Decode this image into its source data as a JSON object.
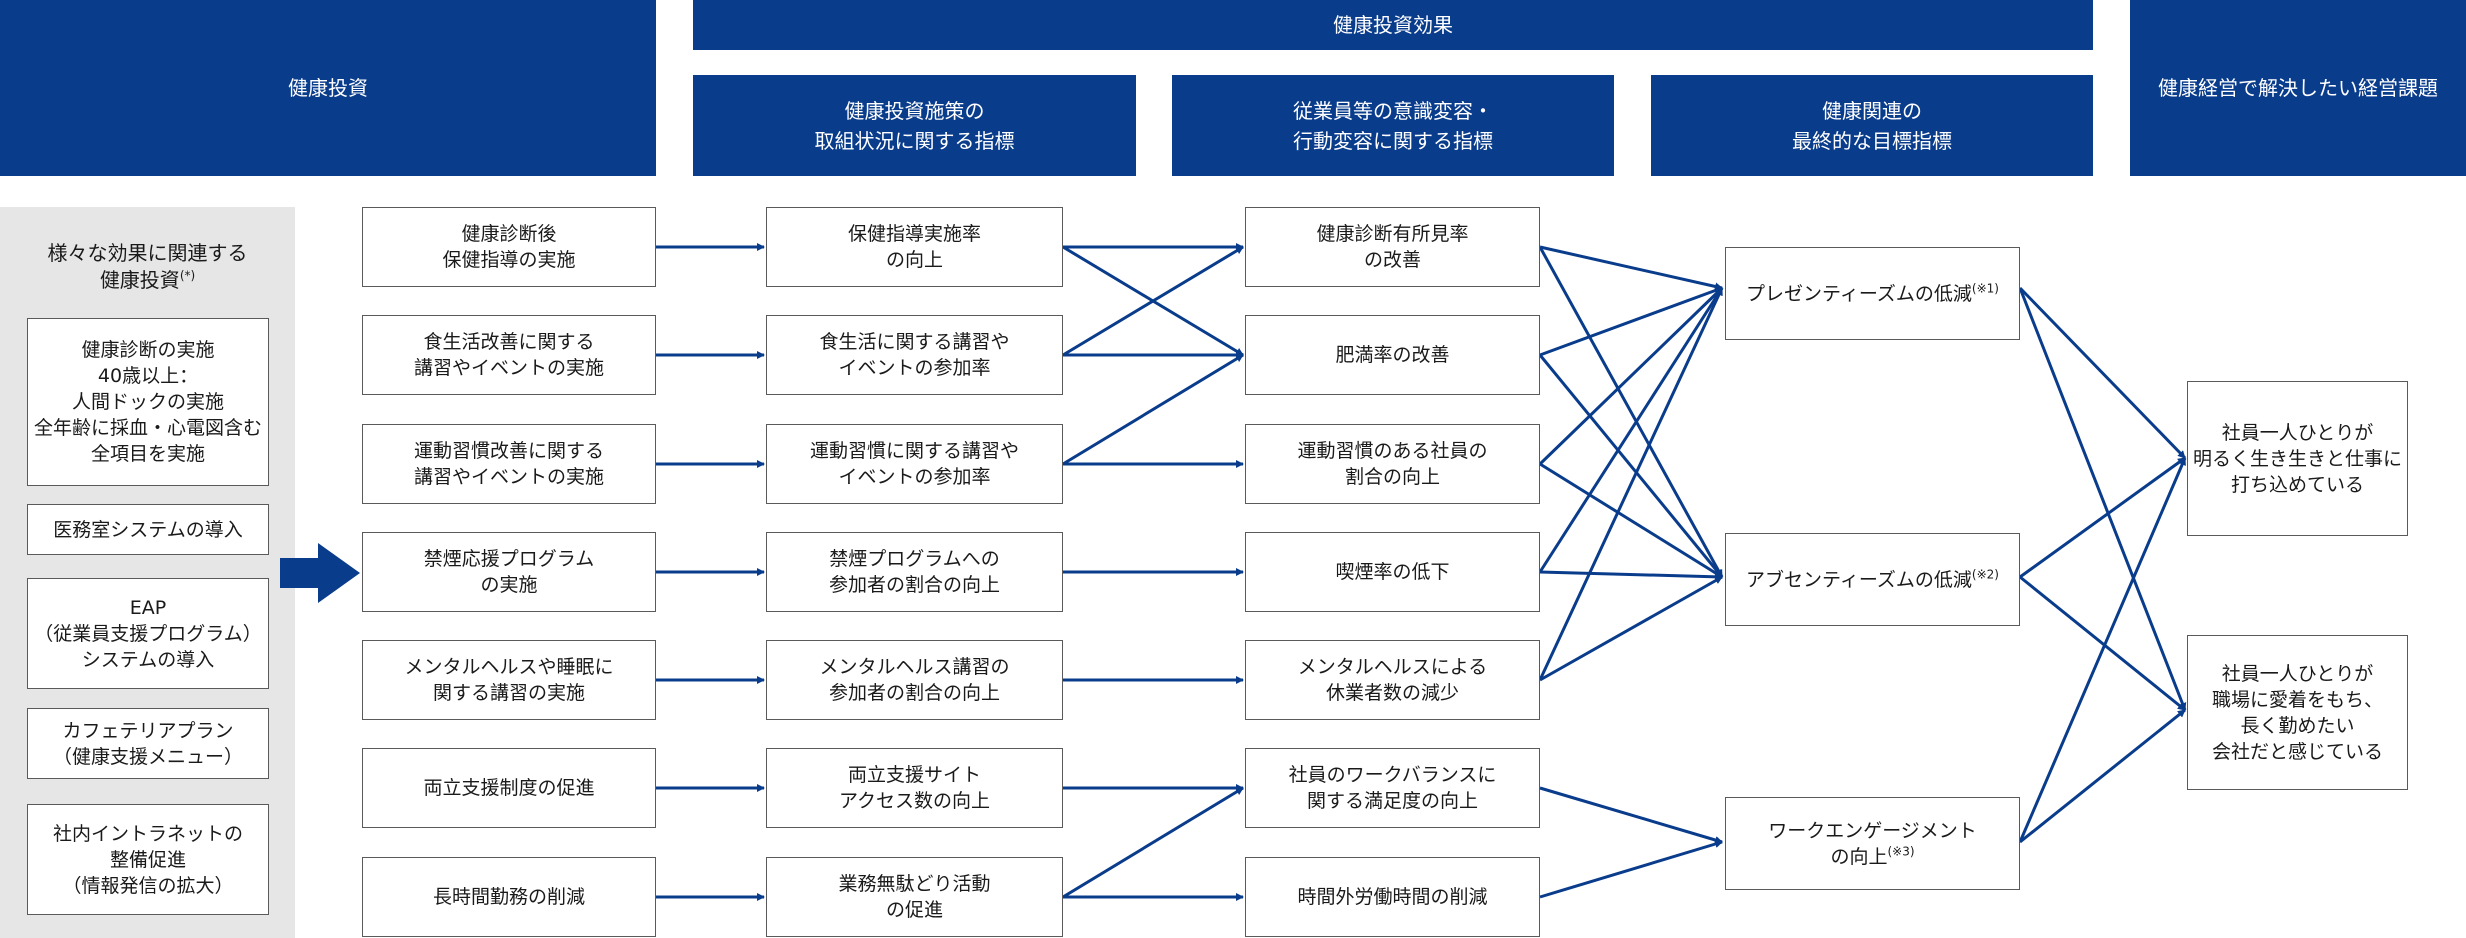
{
  "headers": {
    "investment": "健康投資",
    "effect": "健康投資効果",
    "policy_indicators": [
      "健康投資施策の",
      "取組状況に関する指標"
    ],
    "awareness_indicators": [
      "従業員等の意識変容・",
      "行動変容に関する指標"
    ],
    "final_indicators": [
      "健康関連の",
      "最終的な目標指標"
    ],
    "management_issue": "健康経営で解決したい経営課題"
  },
  "left_panel": {
    "title": [
      "様々な効果に関連する",
      "健康投資"
    ],
    "title_note": "(*)",
    "items": [
      [
        "健康診断の実施",
        "40歳以上：",
        "人間ドックの実施",
        "全年齢に採血・心電図含む",
        "全項目を実施"
      ],
      [
        "医務室システムの導入"
      ],
      [
        "EAP",
        "（従業員支援プログラム）",
        "システムの導入"
      ],
      [
        "カフェテリアプラン",
        "（健康支援メニュー）"
      ],
      [
        "社内イントラネットの",
        "整備促進",
        "（情報発信の拡大）"
      ]
    ]
  },
  "investments": [
    [
      "健康診断後",
      "保健指導の実施"
    ],
    [
      "食生活改善に関する",
      "講習やイベントの実施"
    ],
    [
      "運動習慣改善に関する",
      "講習やイベントの実施"
    ],
    [
      "禁煙応援プログラム",
      "の実施"
    ],
    [
      "メンタルヘルスや睡眠に",
      "関する講習の実施"
    ],
    [
      "両立支援制度の促進"
    ],
    [
      "長時間勤務の削減"
    ]
  ],
  "policy": [
    [
      "保健指導実施率",
      "の向上"
    ],
    [
      "食生活に関する講習や",
      "イベントの参加率"
    ],
    [
      "運動習慣に関する講習や",
      "イベントの参加率"
    ],
    [
      "禁煙プログラムへの",
      "参加者の割合の向上"
    ],
    [
      "メンタルヘルス講習の",
      "参加者の割合の向上"
    ],
    [
      "両立支援サイト",
      "アクセス数の向上"
    ],
    [
      "業務無駄どり活動",
      "の促進"
    ]
  ],
  "awareness": [
    [
      "健康診断有所見率",
      "の改善"
    ],
    [
      "肥満率の改善"
    ],
    [
      "運動習慣のある社員の",
      "割合の向上"
    ],
    [
      "喫煙率の低下"
    ],
    [
      "メンタルヘルスによる",
      "休業者数の減少"
    ],
    [
      "社員のワークバランスに",
      "関する満足度の向上"
    ],
    [
      "時間外労働時間の削減"
    ]
  ],
  "final": [
    {
      "lines": [
        "プレゼンティーズムの低減"
      ],
      "note": "(※1)"
    },
    {
      "lines": [
        "アブセンティーズムの低減"
      ],
      "note": "(※2)"
    },
    {
      "lines": [
        "ワークエンゲージメント",
        "の向上"
      ],
      "note": "(※3)"
    }
  ],
  "issues": [
    [
      "社員一人ひとりが",
      "明るく生き生きと仕事に",
      "打ち込めている"
    ],
    [
      "社員一人ひとりが",
      "職場に愛着をもち、",
      "長く勤めたい",
      "会社だと感じている"
    ]
  ],
  "colors": {
    "header_bg": "#0a3c8c",
    "arrow": "#0a3c8c",
    "panel_bg": "#e6e6e6",
    "box_border": "#5a5a5a"
  }
}
